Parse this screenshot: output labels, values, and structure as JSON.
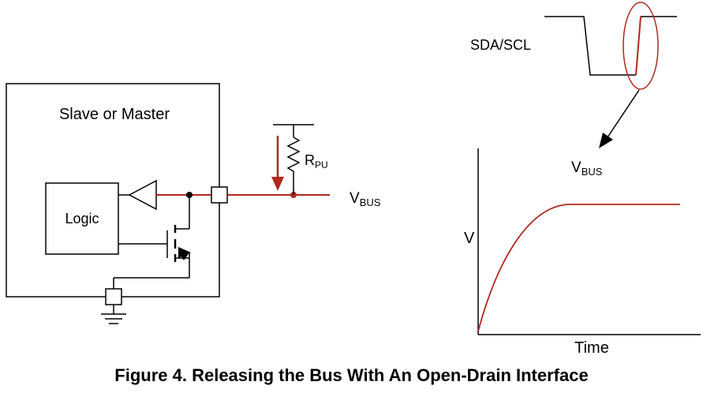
{
  "figure": {
    "caption": "Figure 4. Releasing the Bus With An Open-Drain Interface"
  },
  "circuit": {
    "device_label": "Slave or Master",
    "logic_label": "Logic",
    "resistor_label": {
      "main": "R",
      "sub": "PU"
    },
    "bus_label": {
      "main": "V",
      "sub": "BUS"
    }
  },
  "waveform": {
    "signal_label": "SDA/SCL"
  },
  "graph": {
    "title": {
      "main": "V",
      "sub": "BUS"
    },
    "ylabel": "V",
    "xlabel": "Time"
  },
  "colors": {
    "line": "#000000",
    "signal": "#b0281e"
  }
}
